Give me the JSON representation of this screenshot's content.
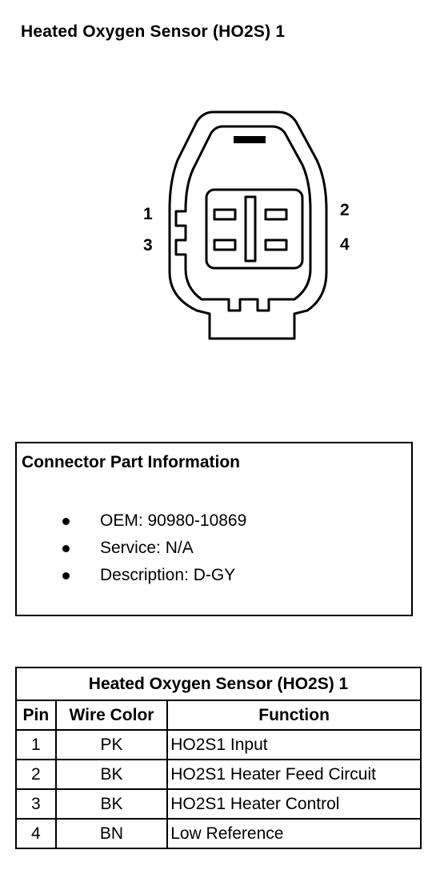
{
  "title": "Heated Oxygen Sensor (HO2S) 1",
  "connector": {
    "pin_labels": [
      "1",
      "2",
      "3",
      "4"
    ]
  },
  "part_info": {
    "heading": "Connector Part Information",
    "items": [
      "OEM: 90980-10869",
      "Service: N/A",
      "Description: D-GY"
    ]
  },
  "pin_table": {
    "caption": "Heated Oxygen Sensor (HO2S) 1",
    "headers": [
      "Pin",
      "Wire Color",
      "Function"
    ],
    "rows": [
      {
        "pin": "1",
        "wire_color": "PK",
        "function": "HO2S1 Input"
      },
      {
        "pin": "2",
        "wire_color": "BK",
        "function": "HO2S1 Heater Feed Circuit"
      },
      {
        "pin": "3",
        "wire_color": "BK",
        "function": "HO2S1 Heater Control"
      },
      {
        "pin": "4",
        "wire_color": "BN",
        "function": "Low Reference"
      }
    ]
  }
}
